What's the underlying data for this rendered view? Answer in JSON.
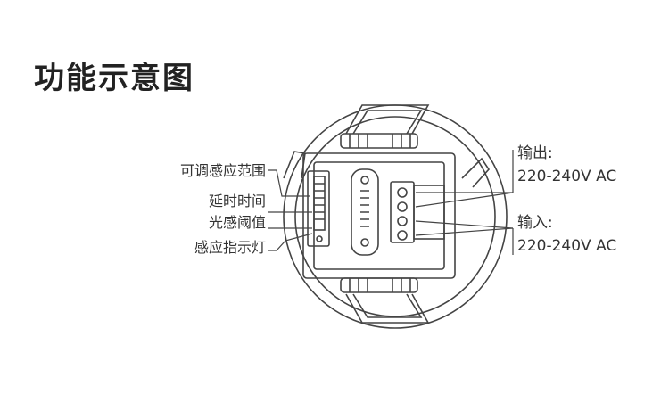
{
  "title": "功能示意图",
  "left_labels": [
    {
      "text": "可调感应范围"
    },
    {
      "text": "延时时间"
    },
    {
      "text": "光感阈值"
    },
    {
      "text": "感应指示灯"
    }
  ],
  "right_labels": {
    "output": {
      "title": "输出:",
      "value": "220-240V AC"
    },
    "input": {
      "title": "输入:",
      "value": "220-240V AC"
    }
  },
  "colors": {
    "line": "#444444",
    "text": "#333333",
    "title": "#222222"
  }
}
